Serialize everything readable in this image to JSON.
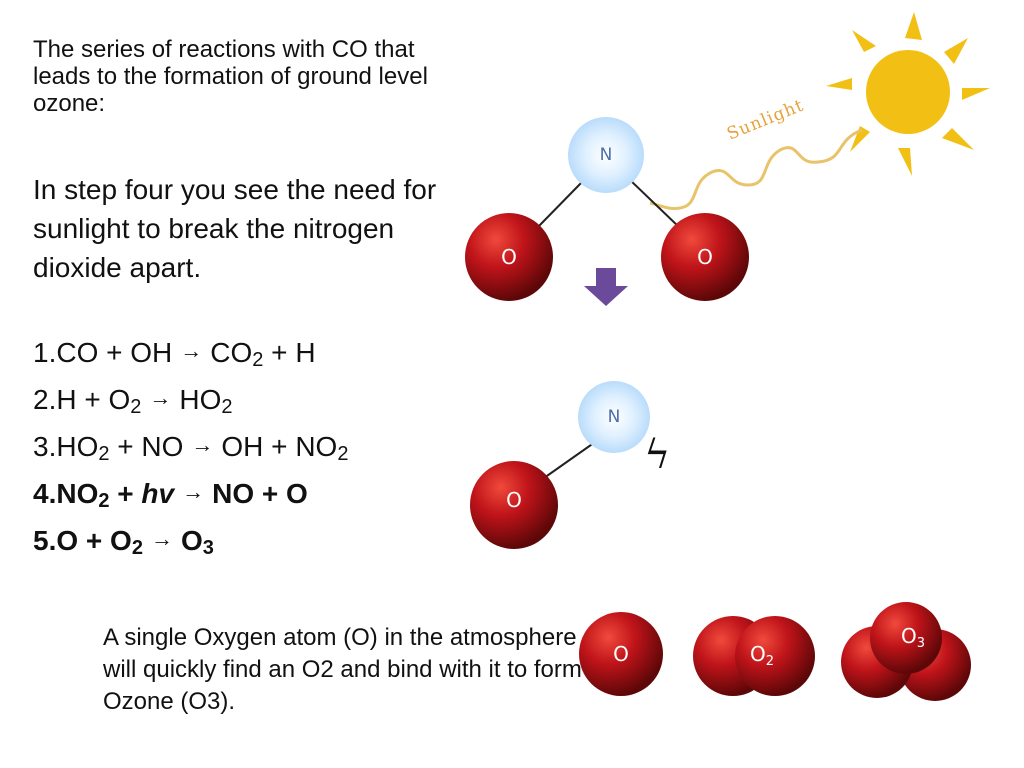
{
  "title": "The series of reactions with CO that leads to the formation of ground level ozone:",
  "intro": "In step four you see the need for sunlight to break the nitrogen dioxide apart.",
  "reactions": [
    {
      "num": "1.",
      "lhs": "CO + OH",
      "rhs_a": "CO",
      "rhs_sub": "2",
      "rhs_b": " + H"
    },
    {
      "num": "2.",
      "lhs_a": "H + O",
      "lhs_sub": "2",
      "rhs_a": "HO",
      "rhs_sub": "2"
    },
    {
      "num": "3.",
      "lhs_a": "HO",
      "lhs_sub": "2",
      "lhs_b": " + NO",
      "rhs_a": "OH + NO",
      "rhs_sub": "2"
    },
    {
      "num": "4.",
      "lhs_a": "NO",
      "lhs_sub": "2",
      "lhs_b": " + ",
      "lhs_hv": "hv",
      "rhs": "NO + O"
    },
    {
      "num": "5.",
      "lhs_a": "O + O",
      "lhs_sub": "2",
      "rhs_a": "O",
      "rhs_sub": "3"
    }
  ],
  "arrow_glyph": "→",
  "note": "A single Oxygen atom (O) in the atmosphere will quickly find an O2 and bind with it to form Ozone (O3).",
  "diagram": {
    "sunlight_label": "Sunlight",
    "top_molecule": {
      "n": "N",
      "o_left": "O",
      "o_right": "O"
    },
    "bottom_molecule": {
      "n": "N",
      "o": "O"
    },
    "break_symbol": "ϟ",
    "equation": {
      "o": "O",
      "plus": "+",
      "o2": "O",
      "o2_sub": "2",
      "equals": "=",
      "o3": "O",
      "o3_sub": "3"
    }
  },
  "colors": {
    "oxygen": "#b3161a",
    "nitrogen": "#cfe8ff",
    "sun": "#f2c014",
    "arrow": "#6b4a9b",
    "sun_ray": "#e8c36a"
  }
}
